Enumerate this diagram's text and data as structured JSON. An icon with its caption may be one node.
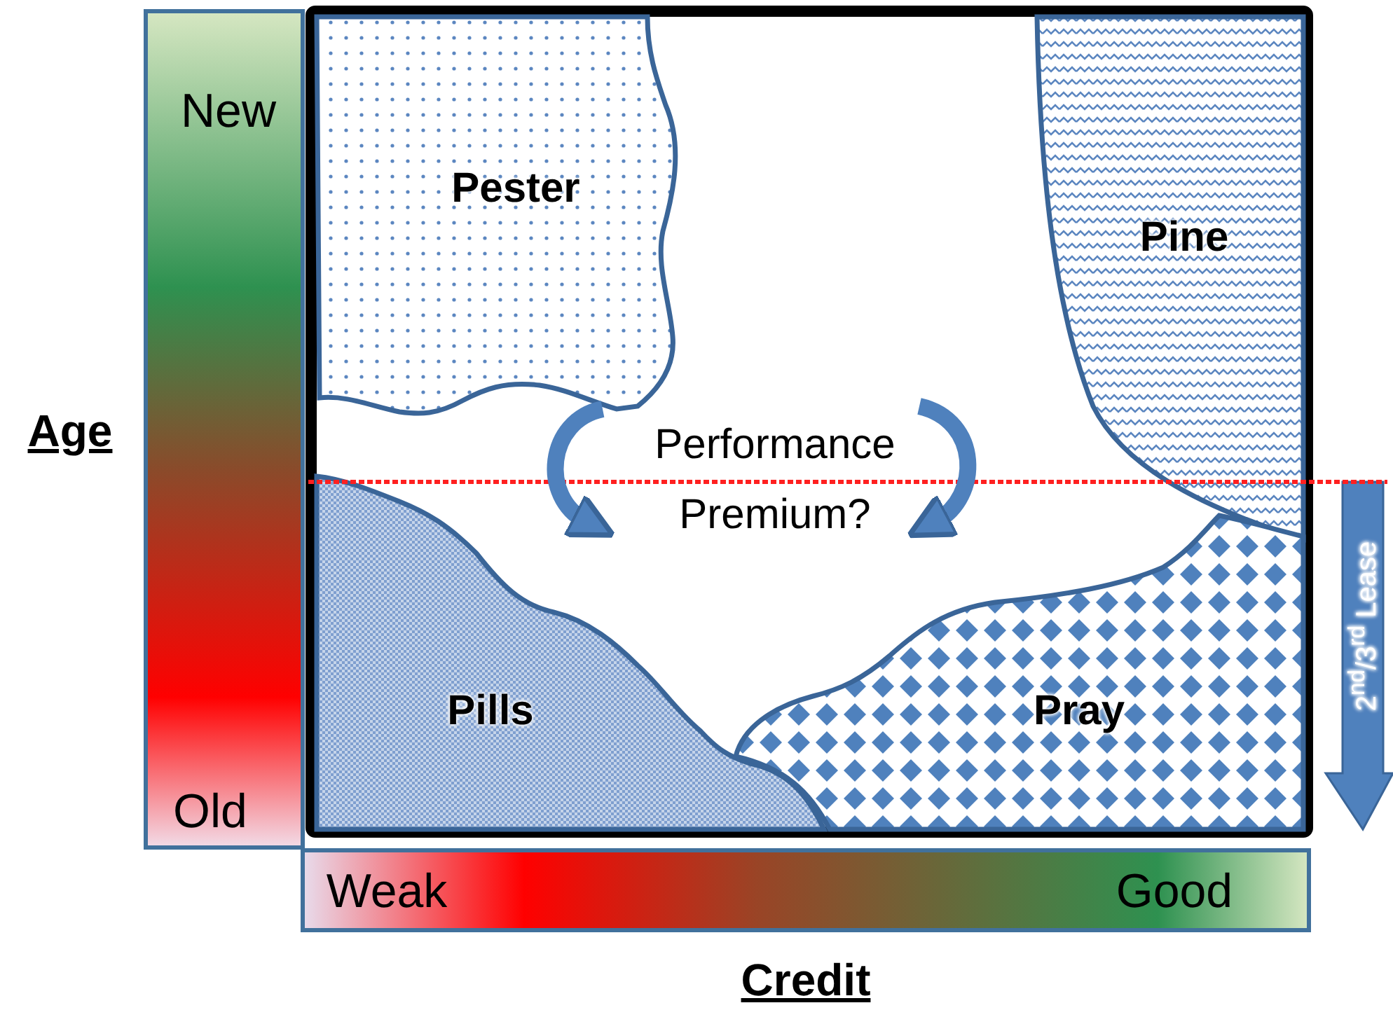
{
  "diagram": {
    "nodes": [
      {
        "text": [
          "Pester"
        ]
      },
      {
        "text": [
          "Pine"
        ]
      },
      {
        "text": [
          "Pills"
        ]
      },
      {
        "text": [
          "Pray"
        ]
      },
      {
        "text": [
          "2$^{nd}$/3$^{rd}$ Lease"
        ]
      }
    ],
    "labels": [
      "New",
      "Age",
      "Performance Premium?",
      "Old",
      "Weak",
      "Good",
      "Credit"
    ]
  }
}
